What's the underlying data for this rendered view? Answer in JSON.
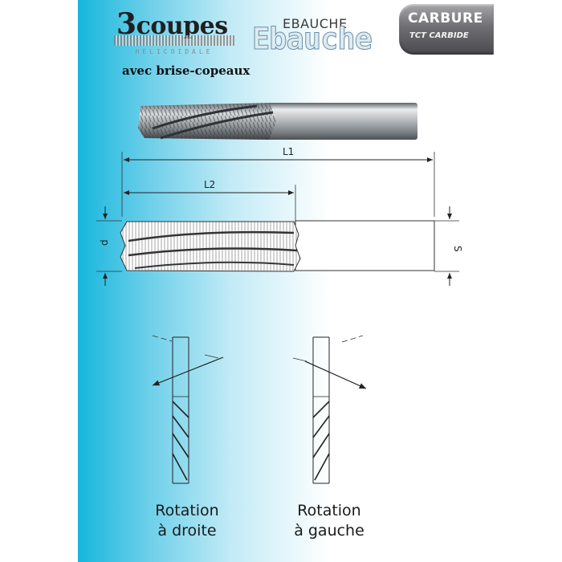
{
  "header": {
    "brand_number": "3",
    "brand_word": "coupes",
    "brand_subtitle": "HELICOIDALE",
    "ebauche_small": "EBAUCHE",
    "ebauche_big": "Ebauche",
    "badge_title": "CARBURE",
    "badge_subtitle": "TCT CARBIDE"
  },
  "subtitle": "avec brise-copeaux",
  "dimensions": {
    "l1": "L1",
    "l2": "L2",
    "d": "d",
    "s": "S"
  },
  "rotation": {
    "right_line1": "Rotation",
    "right_line2": "à droite",
    "left_line1": "Rotation",
    "left_line2": "à gauche"
  },
  "colors": {
    "gradient_blue": "#16b6dd",
    "badge_grey": "#6f6f73"
  }
}
